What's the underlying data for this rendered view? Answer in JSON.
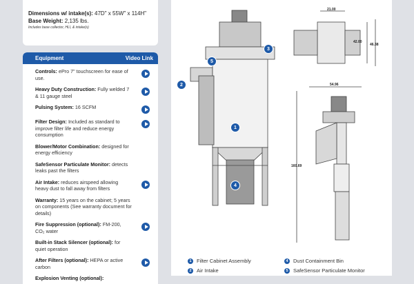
{
  "specs": {
    "dimensions_label": "Dimensions w/ intake(s):",
    "dimensions_value": "47D\" x 55W\" x 114H\"",
    "weight_label": "Base Weight:",
    "weight_value": "2,135 lbs.",
    "note": "Includes base collector, HLI, & intake(s)"
  },
  "equipment": {
    "header": "Equipment",
    "video_header": "Video Link",
    "items": [
      {
        "title": "Controls:",
        "desc": "ePro 7\" touchscreen for ease of use.",
        "video": true
      },
      {
        "title": "Heavy Duty Construction:",
        "desc": "Fully welded 7 & 11 gauge steel",
        "video": true
      },
      {
        "title": "Pulsing System:",
        "desc": "16 SCFM",
        "video": true
      },
      {
        "title": "Filter Design:",
        "desc": "Included as standard to improve filter life and reduce energy consumption",
        "video": true
      },
      {
        "title": "Blower/Motor Combination:",
        "desc": "designed for energy efficiency",
        "video": false
      },
      {
        "title": "SafeSensor Particulate Monitor:",
        "desc": "detects leaks past the filters",
        "video": false
      },
      {
        "title": "Air Intake:",
        "desc": "reduces airspeed allowing heavy dust to fall away from filters",
        "video": true
      },
      {
        "title": "Warranty:",
        "desc": "15 years on the cabinet; 5 years on components (See warranty document for details)",
        "video": false
      },
      {
        "title": "Fire Suppression (optional):",
        "desc": "FM-200, CO₂ water",
        "video": true
      },
      {
        "title": "Built-in Stack Silencer (optional):",
        "desc": "for quiet operation",
        "video": false
      },
      {
        "title": "After Filters (optional):",
        "desc": "HEPA or active carbon",
        "video": true
      },
      {
        "title": "Explosion Venting (optional):",
        "desc": "",
        "video": false
      }
    ]
  },
  "diagram": {
    "callouts": [
      "1",
      "2",
      "3",
      "4",
      "5"
    ],
    "dimensions": {
      "top_width": "21.00",
      "top_height": "42.00",
      "top_height_total": "46.38",
      "side_width": "54.96",
      "side_height": "160.69"
    },
    "legend": [
      {
        "num": "1",
        "label": "Filter Cabinet Assembly"
      },
      {
        "num": "2",
        "label": "Air Intake"
      },
      {
        "num": "4",
        "label": "Dust Containment Bin"
      },
      {
        "num": "5",
        "label": "SafeSensor Particulate Monitor"
      }
    ]
  }
}
